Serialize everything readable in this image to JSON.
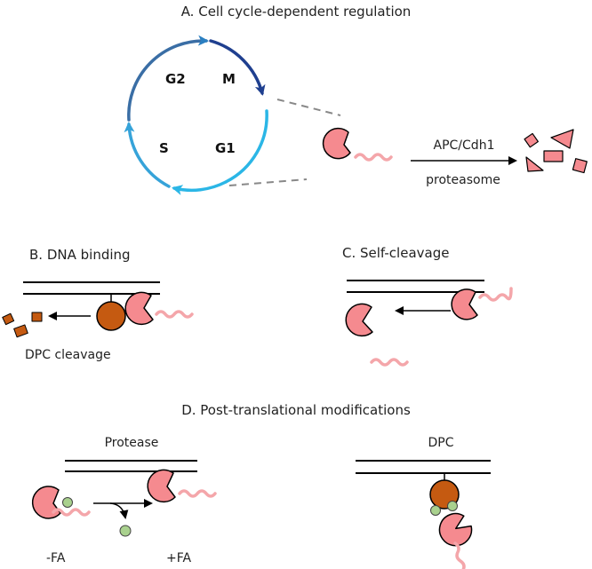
{
  "panels": {
    "a": {
      "title": "A. Cell cycle-dependent regulation",
      "phases": [
        "G2",
        "M",
        "G1",
        "S"
      ],
      "arrow_top_label": "APC/Cdh1",
      "arrow_bottom_label": "proteasome"
    },
    "b": {
      "title": "B. DNA binding",
      "caption": "DPC cleavage"
    },
    "c": {
      "title": "C. Self-cleavage"
    },
    "d": {
      "title": "D. Post-translational modifications",
      "left_title": "Protease",
      "right_title": "DPC",
      "minus_label": "-FA",
      "plus_label": "+FA"
    }
  },
  "colors": {
    "protease_fill": "#f58a8f",
    "dpc_fill": "#c55a11",
    "modification_fill": "#a9d18e",
    "cycle_gradient": [
      "#3a6ea5",
      "#1f3f8f",
      "#2bb6e6"
    ],
    "dna_line": "#000000"
  },
  "icons": [
    "pacman-protease-icon",
    "dpc-protein-icon",
    "dna-duplex-icon",
    "green-modification-icon",
    "degradation-fragments-icon"
  ]
}
